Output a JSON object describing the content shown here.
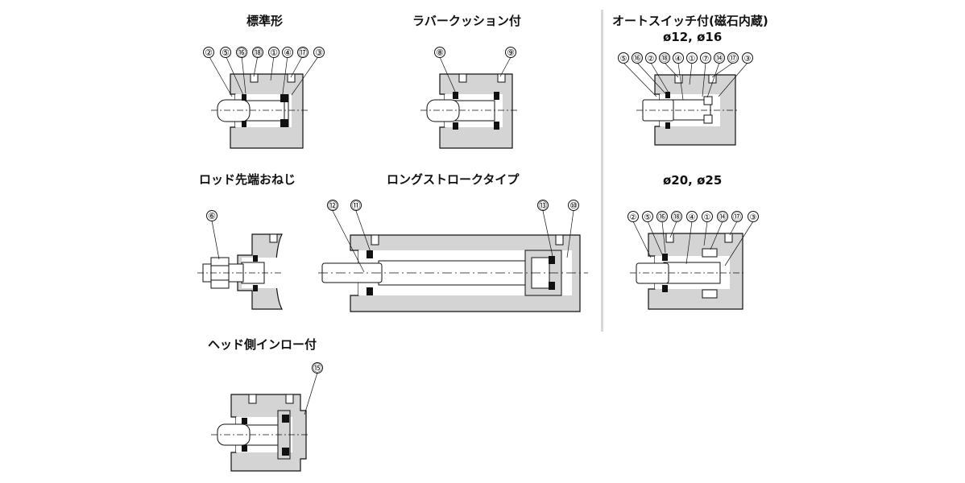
{
  "titles": {
    "standard": "標準形",
    "rubber_cushion": "ラバークッション付",
    "auto_switch": "オートスイッチ付(磁石内蔵)",
    "auto_switch_small": "ø12, ø16",
    "rod_end_male": "ロッド先端おねじ",
    "long_stroke": "ロングストロークタイプ",
    "auto_switch_large": "ø20, ø25",
    "head_spigot": "ヘッド側インロー付"
  },
  "callouts": {
    "standard": [
      "②",
      "⑤",
      "⑯",
      "⑱",
      "①",
      "④",
      "⑰",
      "③"
    ],
    "rubber_cushion": [
      "⑧",
      "⑨"
    ],
    "auto_switch_small": [
      "⑤",
      "⑯",
      "②",
      "⑱",
      "④",
      "①",
      "⑦",
      "⑭",
      "⑰",
      "③"
    ],
    "rod_end_male": [
      "⑥"
    ],
    "long_stroke": [
      "⑫",
      "⑪",
      "⑬",
      "⑩"
    ],
    "auto_switch_large": [
      "②",
      "⑤",
      "⑯",
      "⑱",
      "④",
      "①",
      "⑭",
      "⑰",
      "③"
    ],
    "head_spigot": [
      "⑮"
    ]
  },
  "colors": {
    "body": "#d4d4d4",
    "seal": "#111111",
    "line": "#111111"
  }
}
